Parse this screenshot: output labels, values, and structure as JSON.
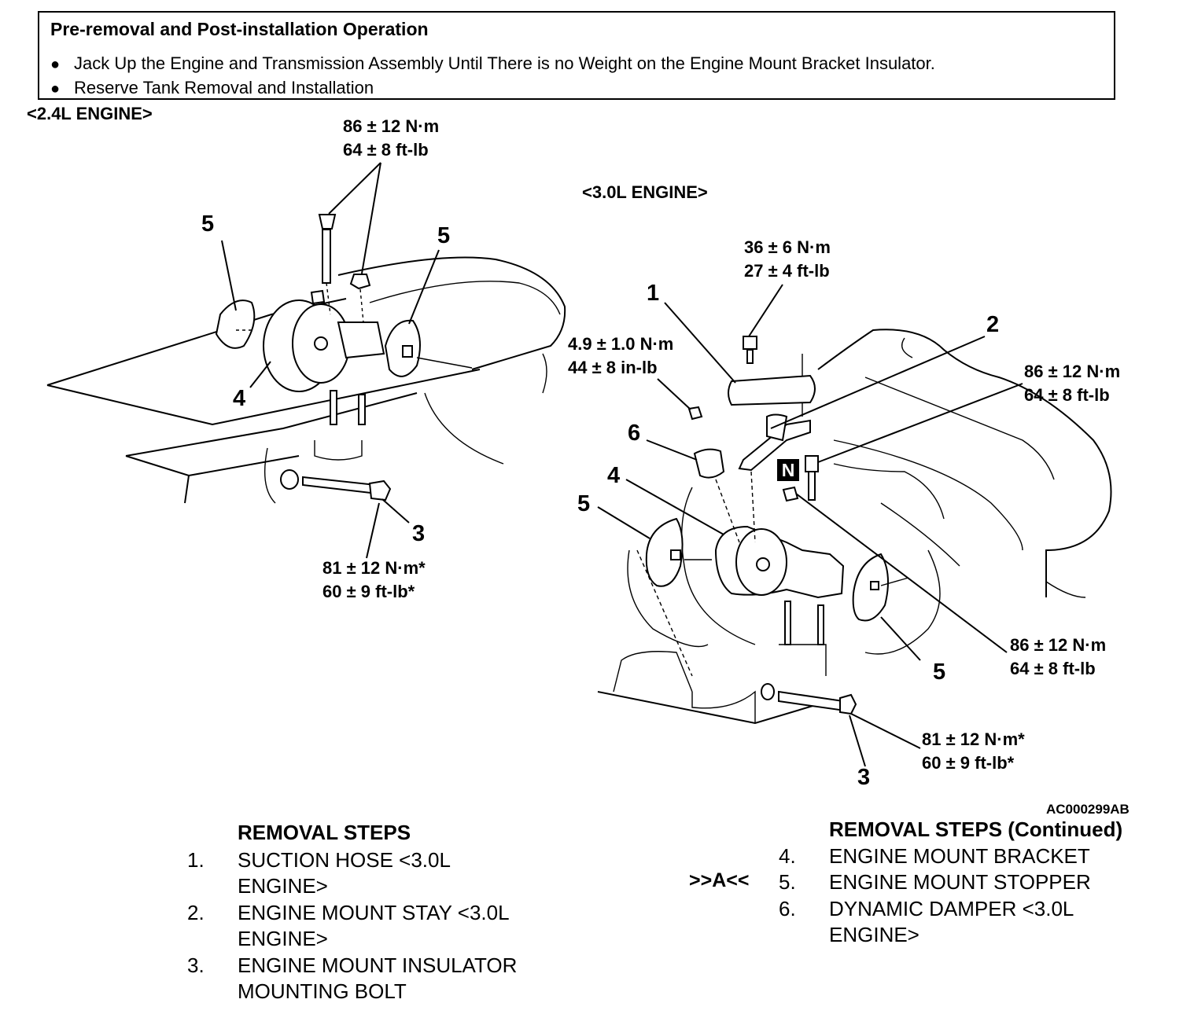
{
  "pre_op": {
    "title": "Pre-removal and Post-installation Operation",
    "items": [
      "Jack Up the Engine and Transmission Assembly Until There is no Weight on the Engine Mount Bracket Insulator.",
      "Reserve Tank Removal and Installation"
    ]
  },
  "diagram": {
    "engine_24": "<2.4L ENGINE>",
    "engine_30": "<3.0L ENGINE>",
    "torque_24_top": [
      "86 ± 12 N·m",
      "64 ± 8 ft-lb"
    ],
    "torque_24_bolt": [
      "81 ± 12 N·m*",
      "60 ± 9 ft-lb*"
    ],
    "torque_30_stay": [
      "36 ± 6 N·m",
      "27 ± 4 ft-lb"
    ],
    "torque_30_damper": [
      "4.9 ± 1.0 N·m",
      "44 ± 8 in-lb"
    ],
    "torque_30_right": [
      "86 ± 12 N·m",
      "64 ± 8 ft-lb"
    ],
    "torque_30_nut": [
      "86 ± 12 N·m",
      "64 ± 8 ft-lb"
    ],
    "torque_30_bolt": [
      "81 ± 12 N·m*",
      "60 ± 9 ft-lb*"
    ],
    "callouts": {
      "c24_5a": "5",
      "c24_5b": "5",
      "c24_4": "4",
      "c24_3": "3",
      "c30_1": "1",
      "c30_2": "2",
      "c30_6": "6",
      "c30_4": "4",
      "c30_5a": "5",
      "c30_5b": "5",
      "c30_3": "3"
    },
    "n_mark": "N",
    "figure_code": "AC000299AB"
  },
  "steps_left": {
    "title": "REMOVAL STEPS",
    "items": [
      {
        "num": "1.",
        "text": "SUCTION HOSE <3.0L ENGINE>"
      },
      {
        "num": "2.",
        "text": "ENGINE MOUNT STAY <3.0L ENGINE>"
      },
      {
        "num": "3.",
        "text": "ENGINE MOUNT INSULATOR MOUNTING BOLT"
      }
    ]
  },
  "steps_right": {
    "title": "REMOVAL STEPS (Continued)",
    "marker": ">>A<<",
    "items": [
      {
        "num": "4.",
        "text": "ENGINE MOUNT BRACKET"
      },
      {
        "num": "5.",
        "text": "ENGINE MOUNT STOPPER"
      },
      {
        "num": "6.",
        "text": "DYNAMIC DAMPER <3.0L ENGINE>"
      }
    ]
  }
}
